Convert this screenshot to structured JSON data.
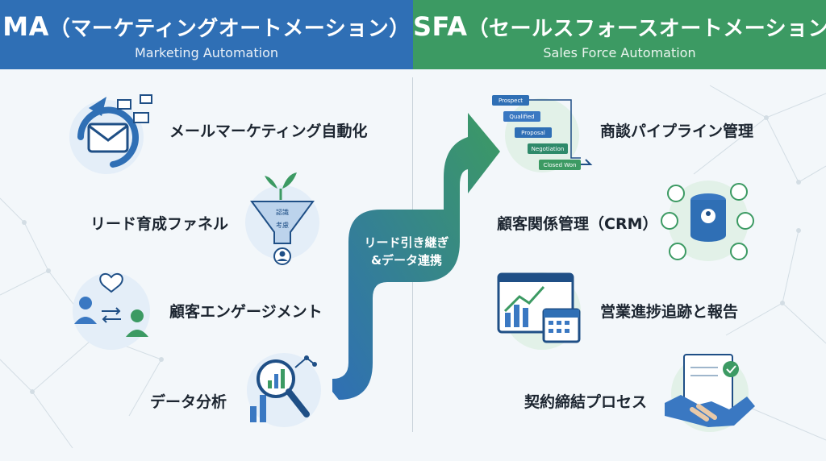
{
  "ma": {
    "abbr": "MA",
    "title_rest": "（マーケティングオートメーション）",
    "subtitle": "Marketing Automation",
    "items": [
      {
        "label": "メールマーケティング自動化"
      },
      {
        "label": "リード育成ファネル"
      },
      {
        "label": "顧客エンゲージメント"
      },
      {
        "label": "データ分析"
      }
    ],
    "funnel_labels": [
      "認識",
      "考慮"
    ]
  },
  "sfa": {
    "abbr": "SFA",
    "title_rest": "（セールスフォースオートメーション）",
    "subtitle": "Sales Force Automation",
    "items": [
      {
        "label": "商談パイプライン管理"
      },
      {
        "label": "顧客関係管理（CRM）"
      },
      {
        "label": "営業進捗追跡と報告"
      },
      {
        "label": "契約締結プロセス"
      }
    ],
    "pipeline_stages": [
      "Prospect",
      "Qualified",
      "Proposal",
      "Negotiation",
      "Closed Won"
    ]
  },
  "bridge": {
    "line1": "リード引き継ぎ",
    "line2": "&データ連携"
  },
  "colors": {
    "ma_blue": "#2f6fb5",
    "sfa_green": "#3c9a63"
  }
}
